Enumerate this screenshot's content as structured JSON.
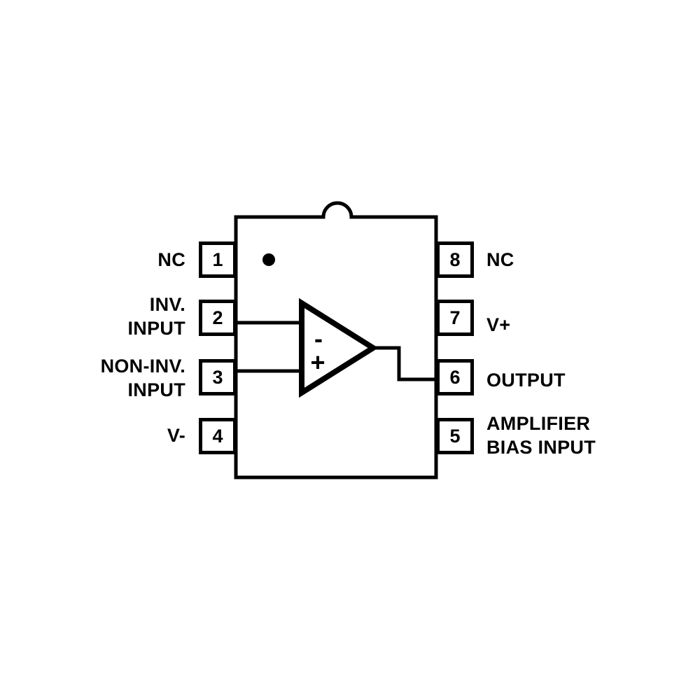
{
  "diagram": {
    "type": "ic-pinout",
    "package": "DIP-8",
    "component": "op-amp"
  },
  "pins": {
    "left": [
      {
        "number": "1",
        "lines": [
          "NC"
        ]
      },
      {
        "number": "2",
        "lines": [
          "INV.",
          "INPUT"
        ]
      },
      {
        "number": "3",
        "lines": [
          "NON-INV.",
          "INPUT"
        ]
      },
      {
        "number": "4",
        "lines": [
          "V-"
        ]
      }
    ],
    "right": [
      {
        "number": "8",
        "lines": [
          "NC"
        ]
      },
      {
        "number": "7",
        "lines": [
          "V+"
        ]
      },
      {
        "number": "6",
        "lines": [
          "OUTPUT"
        ]
      },
      {
        "number": "5",
        "lines": [
          "AMPLIFIER",
          "BIAS INPUT"
        ]
      }
    ]
  },
  "opamp": {
    "inverting_sign": "-",
    "noninverting_sign": "+"
  },
  "colors": {
    "line": "#000000",
    "background": "#ffffff"
  }
}
